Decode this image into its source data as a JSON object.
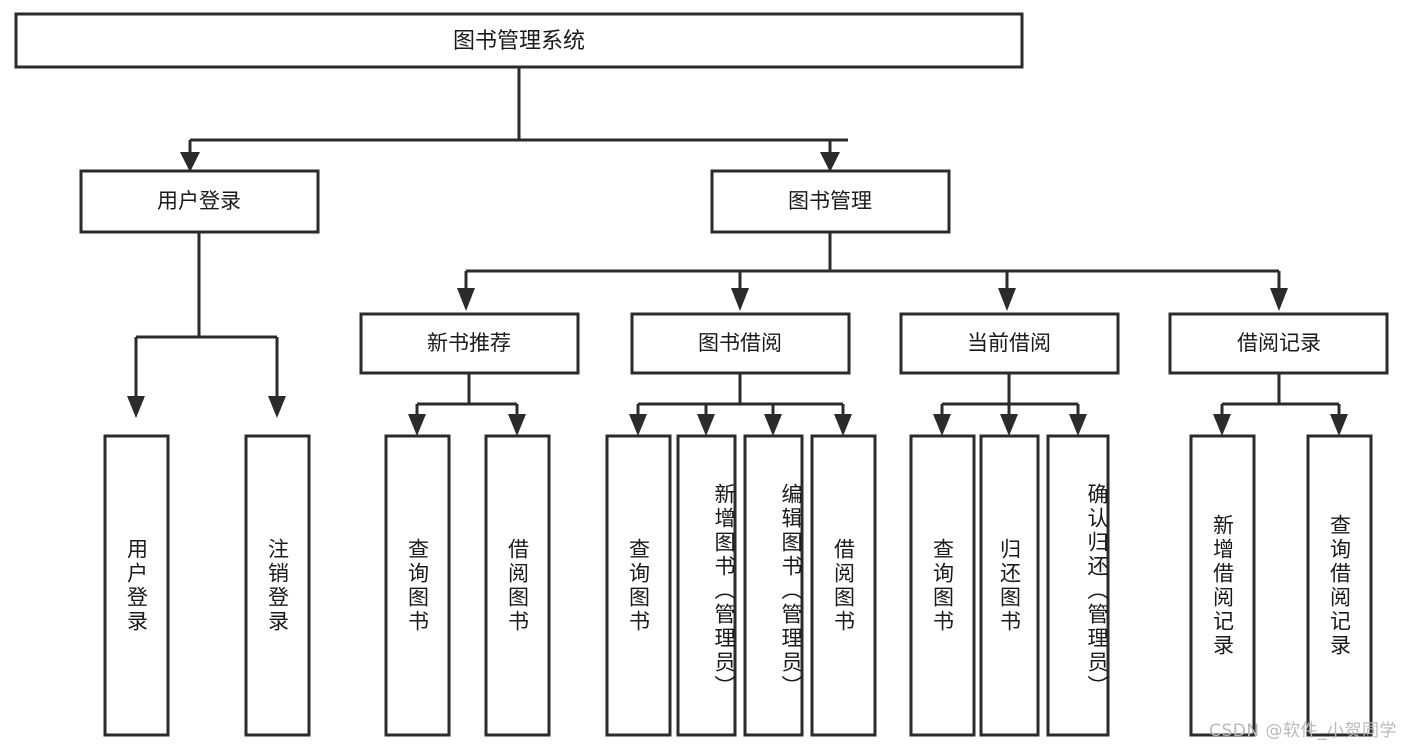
{
  "diagram": {
    "type": "tree-hierarchy-chart",
    "title_node": {
      "id": "root",
      "label": "图书管理系统"
    },
    "level2": [
      {
        "id": "user-login",
        "label": "用户登录"
      },
      {
        "id": "book-management",
        "label": "图书管理"
      }
    ],
    "level3": [
      {
        "id": "new-book-recommend",
        "label": "新书推荐",
        "parent": "book-management"
      },
      {
        "id": "book-borrow",
        "label": "图书借阅",
        "parent": "book-management"
      },
      {
        "id": "current-borrow",
        "label": "当前借阅",
        "parent": "book-management"
      },
      {
        "id": "borrow-record",
        "label": "借阅记录",
        "parent": "book-management"
      }
    ],
    "leaves": [
      {
        "id": "leaf-user-login",
        "label": "用户登录",
        "parent": "user-login"
      },
      {
        "id": "leaf-logout-login",
        "label": "注销登录",
        "parent": "user-login"
      },
      {
        "id": "leaf-query-book-1",
        "label": "查询图书",
        "parent": "new-book-recommend"
      },
      {
        "id": "leaf-borrow-book-1",
        "label": "借阅图书",
        "parent": "new-book-recommend"
      },
      {
        "id": "leaf-query-book-2",
        "label": "查询图书",
        "parent": "book-borrow"
      },
      {
        "id": "leaf-add-book",
        "label": "新增图书（管理员）",
        "parent": "book-borrow"
      },
      {
        "id": "leaf-edit-book",
        "label": "编辑图书（管理员）",
        "parent": "book-borrow"
      },
      {
        "id": "leaf-borrow-book-2",
        "label": "借阅图书",
        "parent": "book-borrow"
      },
      {
        "id": "leaf-query-book-3",
        "label": "查询图书",
        "parent": "current-borrow"
      },
      {
        "id": "leaf-return-book",
        "label": "归还图书",
        "parent": "current-borrow"
      },
      {
        "id": "leaf-confirm-return",
        "label": "确认归还（管理员）",
        "parent": "current-borrow"
      },
      {
        "id": "leaf-add-record",
        "label": "新增借阅记录",
        "parent": "borrow-record"
      },
      {
        "id": "leaf-query-record",
        "label": "查询借阅记录",
        "parent": "borrow-record"
      }
    ],
    "colors": {
      "stroke": "#2b2b2b",
      "fill": "#ffffff",
      "text": "#1a1a1a",
      "background": "#ffffff",
      "watermark": "#b9b9b9"
    }
  },
  "watermark": {
    "text": "CSDN @软件_小贺同学"
  }
}
